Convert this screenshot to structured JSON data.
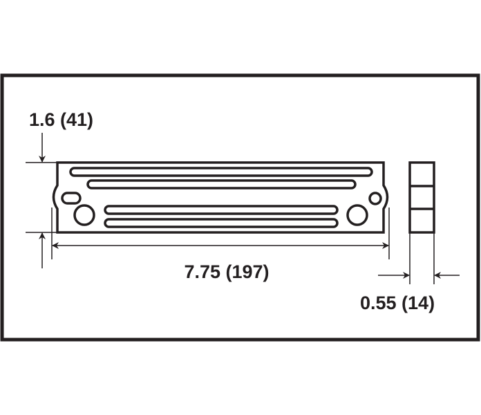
{
  "dimensions": {
    "height": "1.6 (41)",
    "length": "7.75 (197)",
    "thickness": "0.55 (14)"
  },
  "colors": {
    "line": "#231f20",
    "background": "#ffffff"
  }
}
